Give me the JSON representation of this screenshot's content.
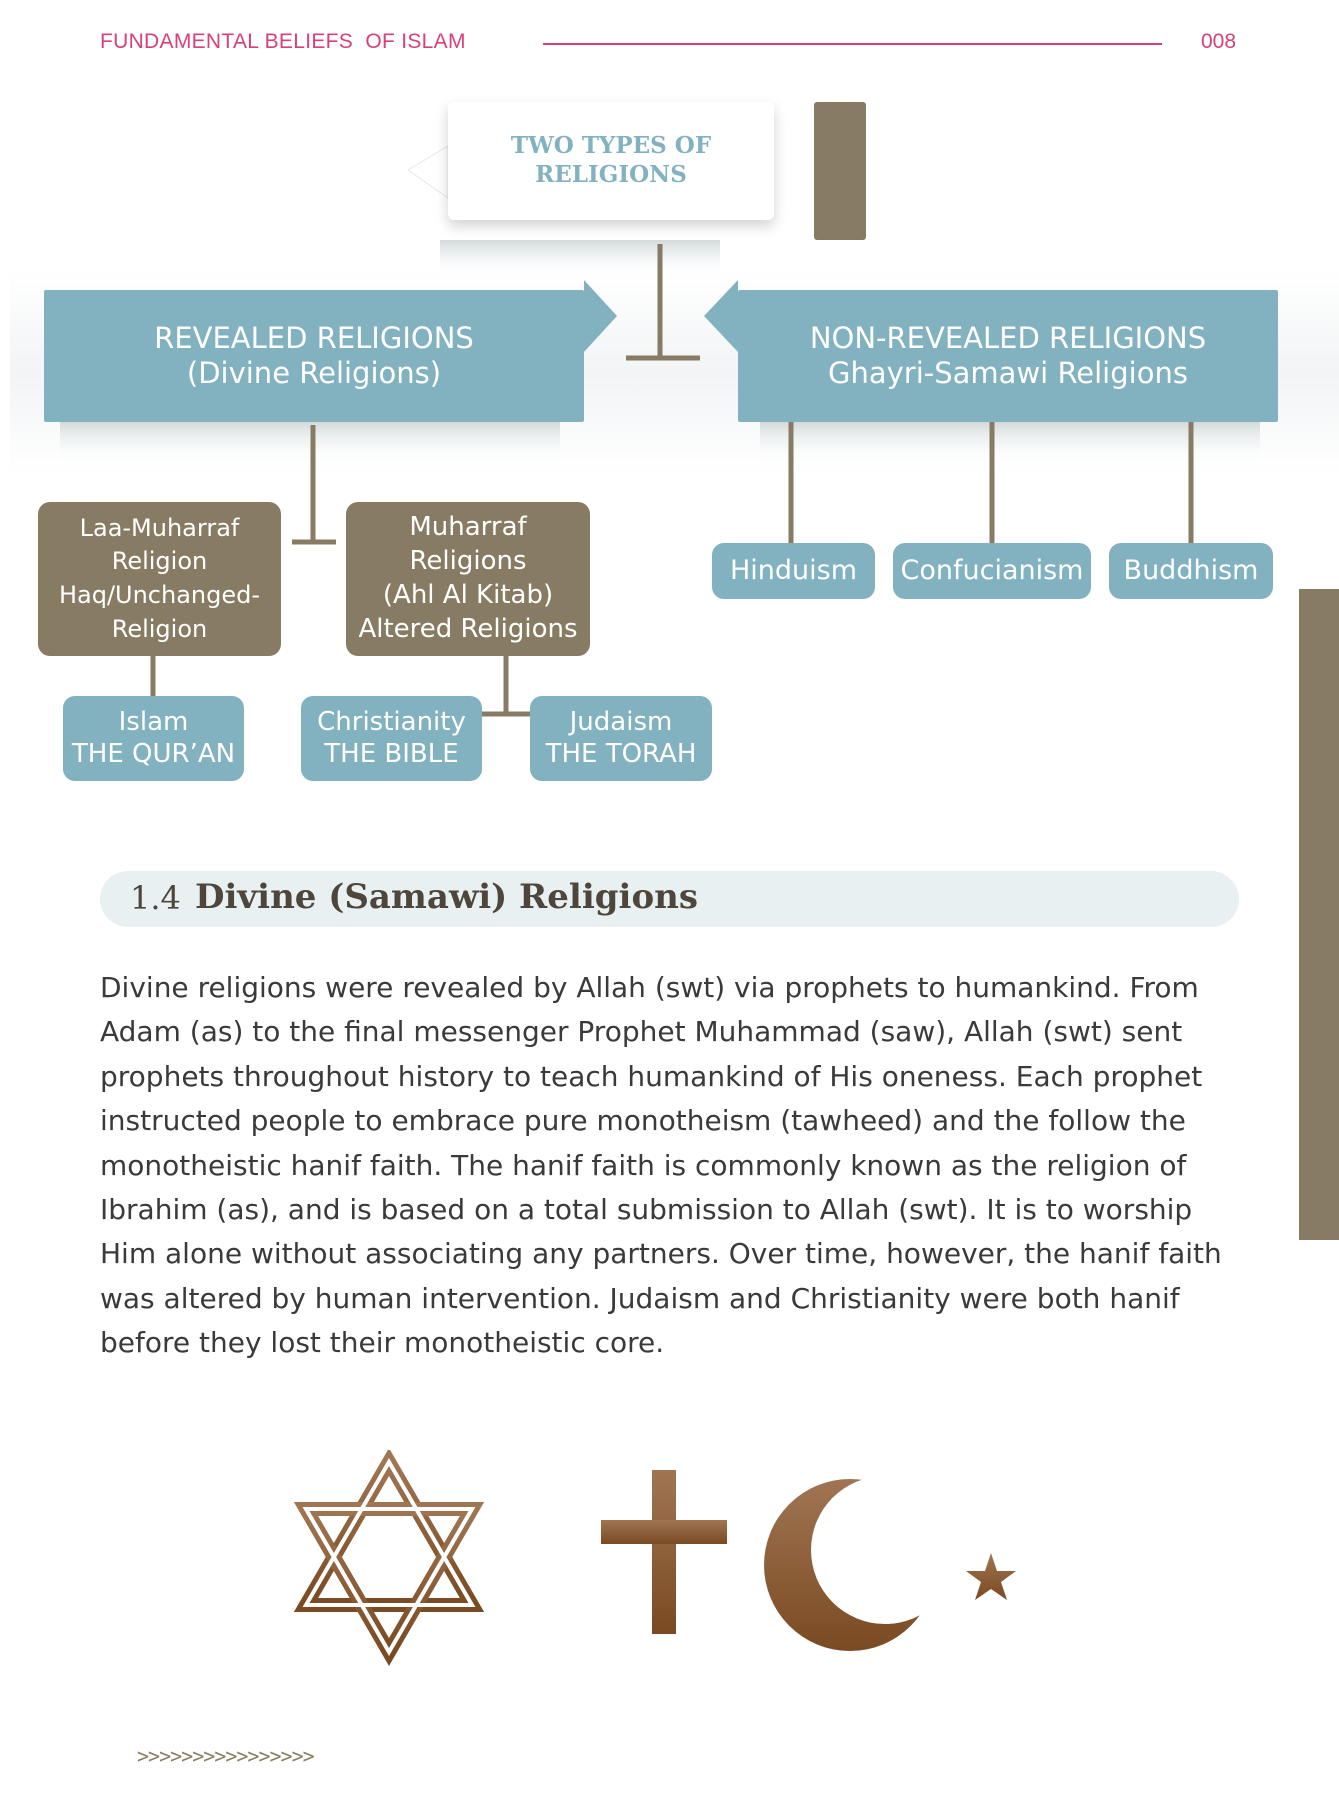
{
  "header": {
    "title": "FUNDAMENTAL BELIEFS  OF ISLAM",
    "page_number": "008"
  },
  "diagram": {
    "root": {
      "line1": "TWO TYPES OF",
      "line2": "RELIGIONS"
    },
    "revealed": {
      "line1": "REVEALED RELIGIONS",
      "line2": "(Divine Religions)"
    },
    "non_revealed": {
      "line1": "NON-REVEALED RELIGIONS",
      "line2": "Ghayri-Samawi Religions"
    },
    "laa_muharraf": {
      "lines": [
        "Laa-Muharraf",
        "Religion",
        "Haq/Unchanged-",
        "Religion"
      ]
    },
    "muharraf": {
      "lines": [
        "Muharraf",
        "Religions",
        "(Ahl Al Kitab)",
        "Altered  Religions"
      ]
    },
    "islam": {
      "line1": "Islam",
      "line2": "THE QUR’AN"
    },
    "christianity": {
      "line1": "Christianity",
      "line2": "THE BIBLE"
    },
    "judaism": {
      "line1": "Judaism",
      "line2": "THE TORAH"
    },
    "non_revealed_items": [
      "Hinduism",
      "Confucianism",
      "Buddhism"
    ]
  },
  "section": {
    "number": "1.4",
    "title": "Divine (Samawi) Religions",
    "body": "Divine religions were revealed by Allah (swt) via prophets to humankind.  From Adam (as) to the final messenger Prophet Muhammad (saw), Allah (swt) sent prophets throughout history to teach humankind of His oneness. Each prophet instructed people to embrace pure monotheism (tawheed) and the follow the monotheistic hanif faith. The hanif faith is commonly known as the religion of Ibrahim (as), and is based on a total submission to Allah (swt). It is to worship Him alone without associating any partners. Over time, however, the hanif faith was altered by human intervention. Judaism and Christianity were both hanif before they lost their monotheistic core."
  },
  "symbols": [
    "star-of-david-icon",
    "cross-icon",
    "crescent-star-icon"
  ],
  "footer": {
    "arrows": ">>>>>>>>>>>>>>>>"
  },
  "colors": {
    "accent_pink": "#d6407c",
    "teal": "#82b1c0",
    "brown": "#877b63",
    "symbol_brown": "#8a5a34"
  }
}
